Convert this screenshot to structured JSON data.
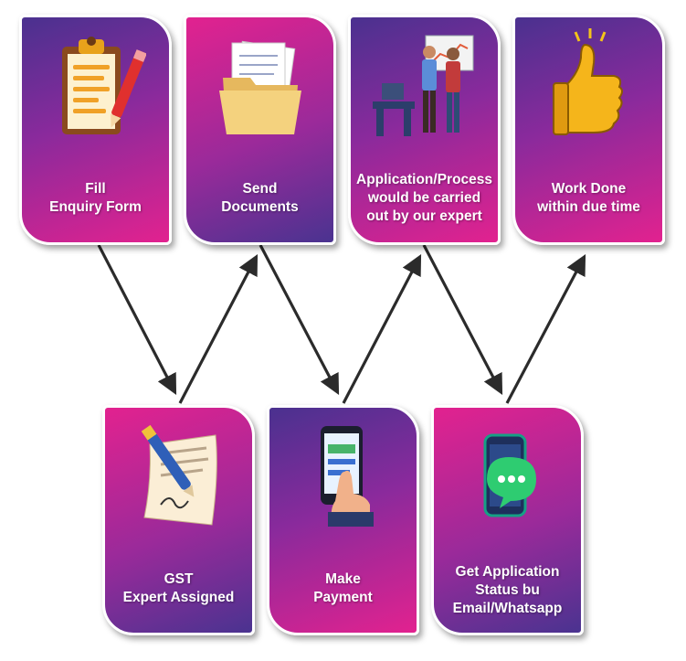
{
  "steps": [
    {
      "lines": [
        "Fill",
        "Enquiry Form"
      ],
      "icon": "clipboard-form-icon"
    },
    {
      "lines": [
        "Send",
        "Documents"
      ],
      "icon": "documents-folder-icon"
    },
    {
      "lines": [
        "Application/Process",
        "would be carried",
        "out by our expert"
      ],
      "icon": "experts-discussion-icon"
    },
    {
      "lines": [
        "Work Done",
        "within due time"
      ],
      "icon": "thumbs-up-icon"
    },
    {
      "lines": [
        "GST",
        "Expert Assigned"
      ],
      "icon": "signing-document-icon"
    },
    {
      "lines": [
        "Make",
        "Payment"
      ],
      "icon": "mobile-payment-icon"
    },
    {
      "lines": [
        "Get Application",
        "Status bu",
        "Email/Whatsapp"
      ],
      "icon": "whatsapp-phone-icon"
    }
  ],
  "flow": [
    "Fill Enquiry Form",
    "GST Expert Assigned",
    "Send Documents",
    "Make Payment",
    "Application/Process would be carried out by our expert",
    "Get Application Status bu Email/Whatsapp",
    "Work Done within due time"
  ],
  "colors": {
    "magenta": "#e2228f",
    "indigo": "#4a318f",
    "arrow": "#2b2b2b"
  }
}
